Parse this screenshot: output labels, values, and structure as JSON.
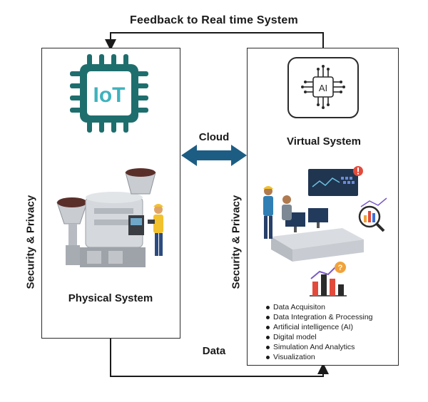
{
  "diagram": {
    "feedback_label": "Feedback to Real time System",
    "cloud_label": "Cloud",
    "data_label": "Data",
    "left_security_label": "Security & Privacy",
    "right_security_label": "Security & Privacy",
    "physical_system_label": "Physical System",
    "virtual_system_label": "Virtual System",
    "iot_icon_text": "IoT",
    "ai_icon_text": "AI",
    "features": [
      "Data Acquisiton",
      "Data Integration & Processing",
      "Artificial intelligence (AI)",
      "Digital model",
      "Simulation And Analytics",
      "Visualization"
    ],
    "colors": {
      "iot_teal": "#1f6e6e",
      "iot_text": "#3fb2bd",
      "arrow_blue": "#1d5d84",
      "line": "#1a1a1a"
    }
  }
}
